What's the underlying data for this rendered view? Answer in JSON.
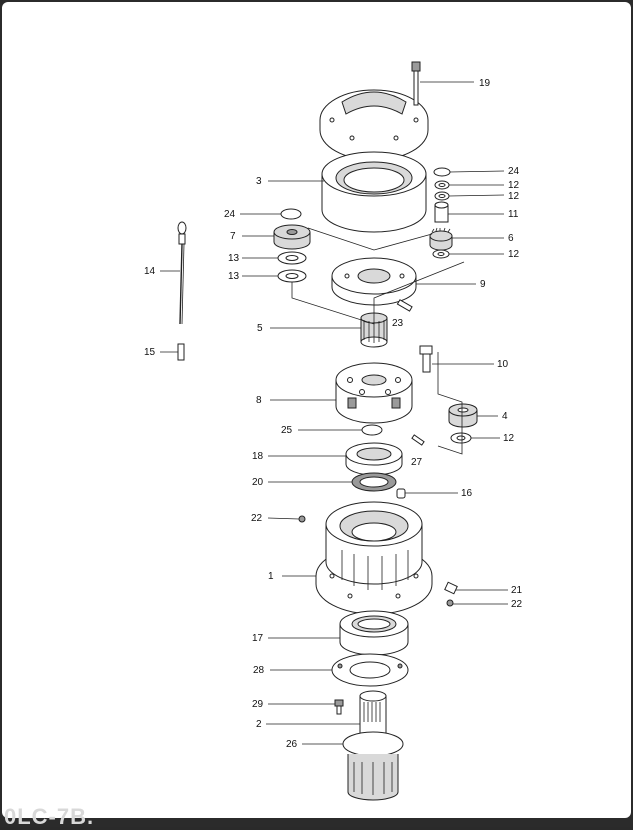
{
  "diagram": {
    "callouts": [
      "19",
      "24",
      "12",
      "12",
      "11",
      "6",
      "12",
      "3",
      "24",
      "7",
      "13",
      "13",
      "14",
      "9",
      "23",
      "5",
      "15",
      "10",
      "8",
      "4",
      "12",
      "25",
      "27",
      "18",
      "20",
      "16",
      "22",
      "1",
      "21",
      "22",
      "17",
      "28",
      "29",
      "2",
      "26"
    ]
  },
  "footer": {
    "cut_text": "0LC-7B."
  }
}
